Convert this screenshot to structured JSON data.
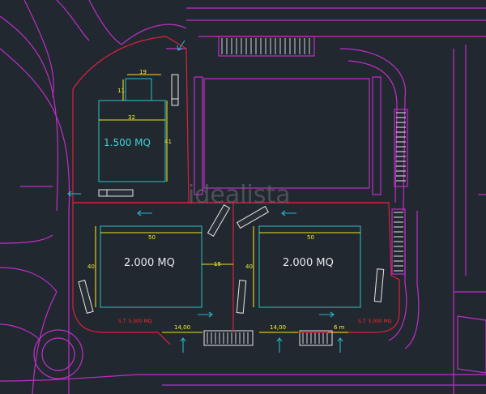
{
  "watermark": "idealista",
  "buildings": {
    "small": {
      "area": "1.500 MQ",
      "dim_top": "19",
      "dim_width": "32",
      "dim_height": "41",
      "dim_step": "11"
    },
    "left": {
      "area": "2.000 MQ",
      "dim_width": "50",
      "dim_height": "40",
      "dim_gap": "15"
    },
    "right": {
      "area": "2.000 MQ",
      "dim_width": "50",
      "dim_height": "40"
    }
  },
  "lots": {
    "left_label": "S.T. 5.000 MQ",
    "right_label": "S.T. 5.000 MQ"
  },
  "access": {
    "left_width": "14,00",
    "right_width": "14,00",
    "right_small": "6 m"
  },
  "colors": {
    "background": "#212830",
    "road_lines": "#c02ec8",
    "lot_boundary": "#e0203a",
    "buildings": "#2ab5b5",
    "dimensions": "#f0e020",
    "arrows": "#29b6c8"
  }
}
